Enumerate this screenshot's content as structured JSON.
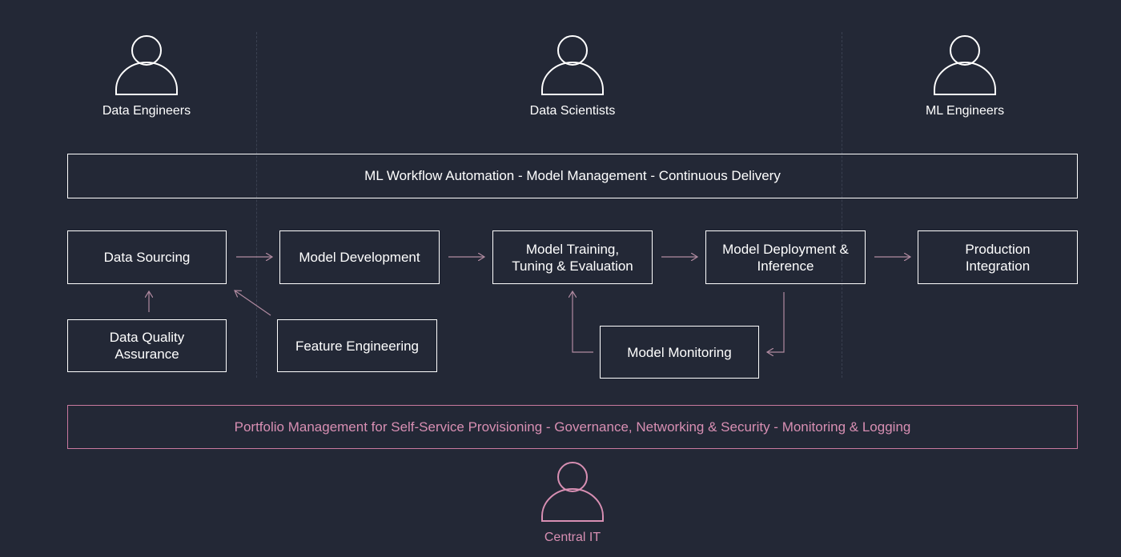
{
  "personas": {
    "data_engineers": "Data Engineers",
    "data_scientists": "Data Scientists",
    "ml_engineers": "ML Engineers",
    "central_it": "Central IT"
  },
  "top_banner": "ML Workflow Automation - Model Management - Continuous Delivery",
  "bottom_banner": "Portfolio Management for Self-Service Provisioning - Governance, Networking & Security - Monitoring & Logging",
  "steps": {
    "data_sourcing": "Data Sourcing",
    "model_development": "Model Development",
    "model_training": "Model Training,\nTuning & Evaluation",
    "model_deployment": "Model Deployment &\nInference",
    "production_integration": "Production\nIntegration",
    "data_quality": "Data Quality\nAssurance",
    "feature_engineering": "Feature Engineering",
    "model_monitoring": "Model Monitoring"
  },
  "colors": {
    "background": "#232836",
    "line": "#ffffff",
    "accent_pink": "#d88fb3",
    "arrow": "#b08aa0"
  },
  "icons": {
    "persona": "user-icon"
  }
}
